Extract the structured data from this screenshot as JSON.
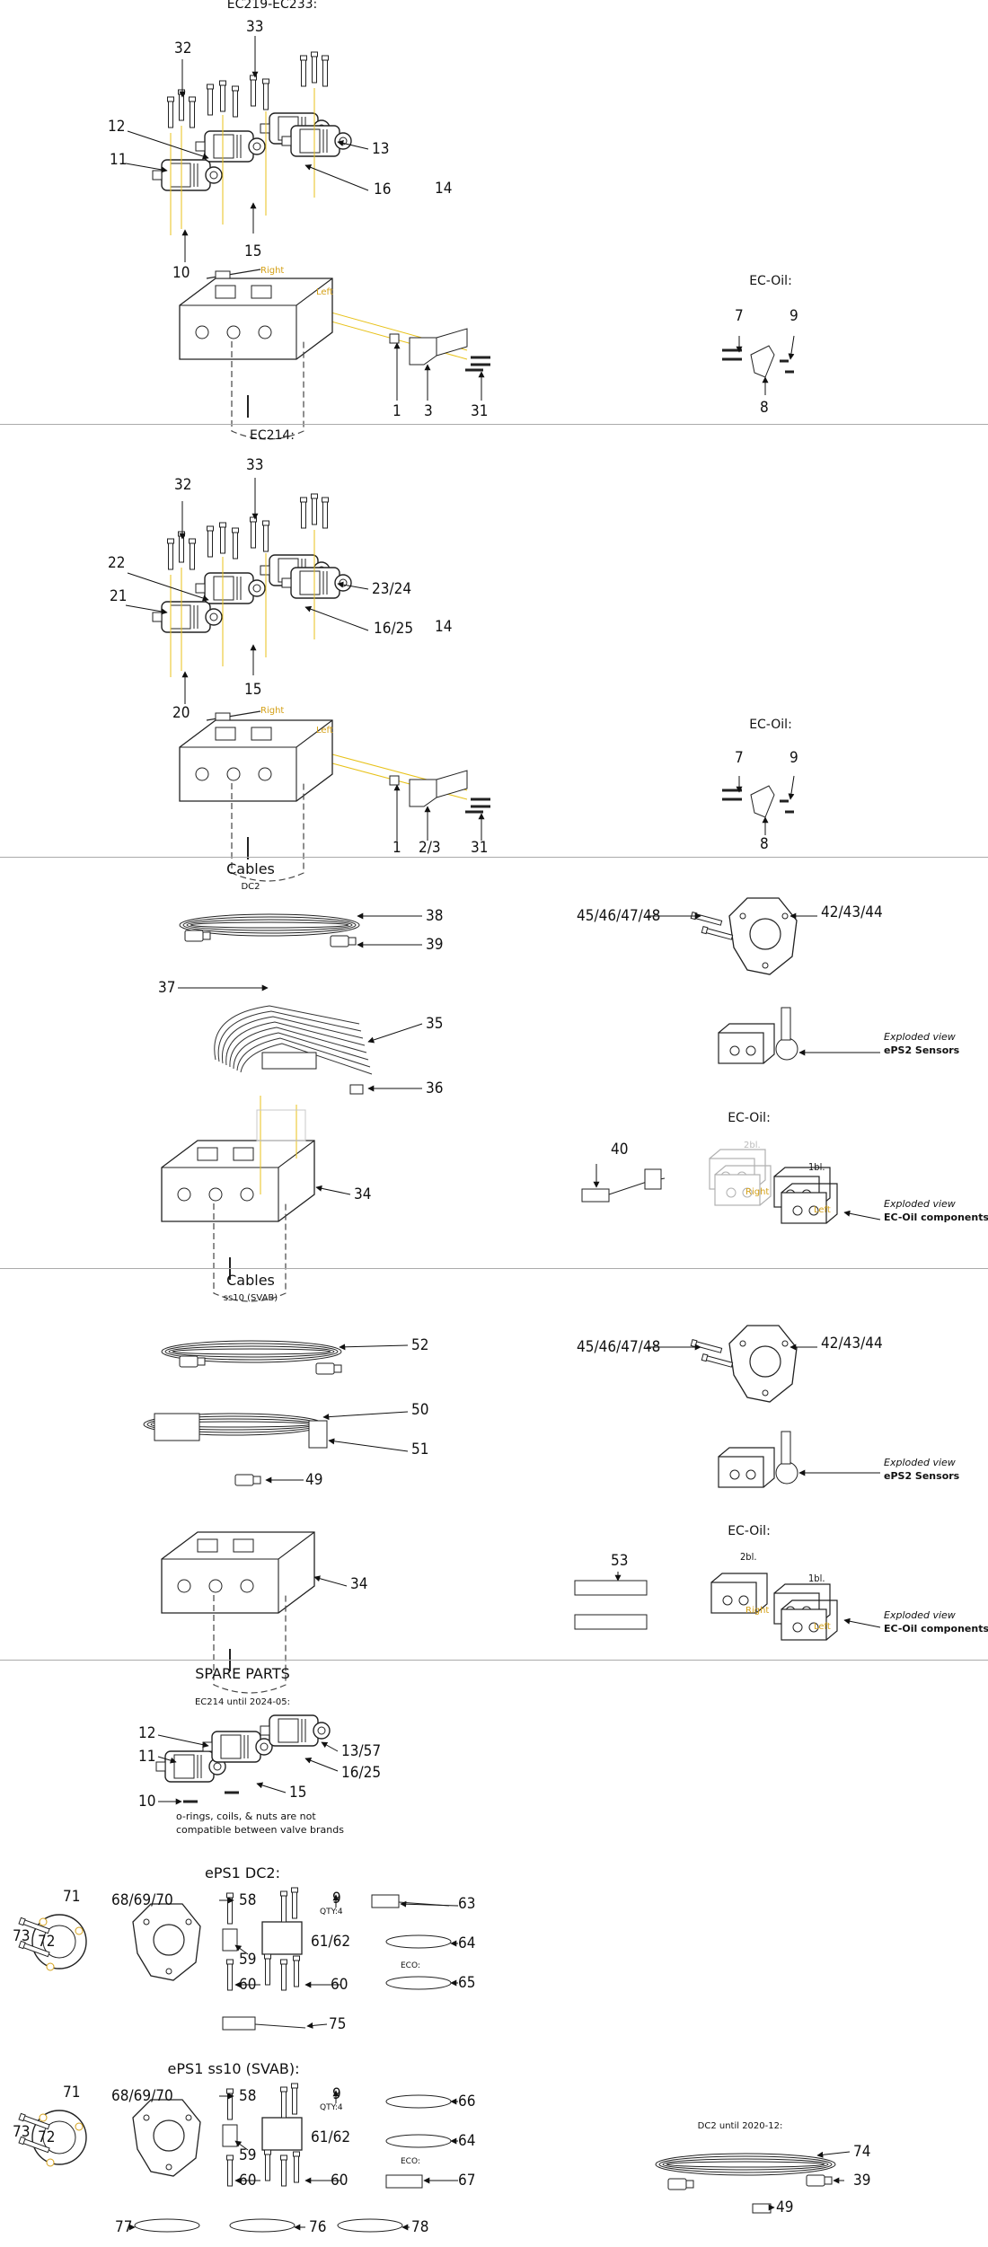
{
  "sections": {
    "ec219": {
      "title": "EC219-EC233:",
      "ecoil_title": "EC-Oil:",
      "labels": {
        "l32": "32",
        "l33": "33",
        "l12": "12",
        "l11": "11",
        "l13": "13",
        "l16": "16",
        "l14": "14",
        "l10": "10",
        "l15": "15",
        "l1": "1",
        "l3": "3",
        "l31": "31",
        "l7": "7",
        "l9": "9",
        "l8": "8"
      },
      "tags": {
        "right": "Right",
        "left": "Left"
      }
    },
    "ec214": {
      "title": "EC214:",
      "ecoil_title": "EC-Oil:",
      "labels": {
        "l32": "32",
        "l33": "33",
        "l22": "22",
        "l21": "21",
        "l2324": "23/24",
        "l1625": "16/25",
        "l14": "14",
        "l20": "20",
        "l15": "15",
        "l1": "1",
        "l23": "2/3",
        "l31": "31",
        "l7": "7",
        "l9": "9",
        "l8": "8"
      },
      "tags": {
        "right": "Right",
        "left": "Left"
      }
    },
    "cables_dc2": {
      "title": "Cables",
      "subtitle": "DC2",
      "ecoil_title": "EC-Oil:",
      "labels": {
        "l38": "38",
        "l39": "39",
        "l37": "37",
        "l35": "35",
        "l36": "36",
        "l34": "34",
        "l4548": "45/46/47/48",
        "l4244": "42/43/44",
        "l40": "40"
      },
      "exploded1": {
        "line1": "Exploded view",
        "line2": "ePS2 Sensors"
      },
      "exploded2": {
        "line1": "Exploded view",
        "line2": "EC-Oil components"
      },
      "tags": {
        "bl2": "2bl.",
        "bl1": "1bl.",
        "right": "Right",
        "left": "Left"
      }
    },
    "cables_ss10": {
      "title": "Cables",
      "subtitle": "ss10 (SVAB)",
      "ecoil_title": "EC-Oil:",
      "labels": {
        "l52": "52",
        "l50": "50",
        "l51": "51",
        "l49": "49",
        "l34": "34",
        "l4548": "45/46/47/48",
        "l4244": "42/43/44",
        "l53": "53"
      },
      "exploded1": {
        "line1": "Exploded view",
        "line2": "ePS2 Sensors"
      },
      "exploded2": {
        "line1": "Exploded view",
        "line2": "EC-Oil components"
      },
      "tags": {
        "bl2": "2bl.",
        "bl1": "1bl.",
        "right": "Right",
        "left": "Left"
      }
    },
    "spare": {
      "title": "SPARE PARTS",
      "subtitle": "EC214 until 2024-05:",
      "labels": {
        "l12": "12",
        "l11": "11",
        "l1357": "13/57",
        "l1625": "16/25",
        "l10": "10",
        "l15": "15"
      },
      "note_line1": "o-rings, coils, & nuts are not",
      "note_line2": "compatible between valve brands"
    },
    "eps1_dc2": {
      "title": "ePS1 DC2:",
      "labels": {
        "l71": "71",
        "l73": "73",
        "l72": "72",
        "l686970": "68/69/70",
        "l58": "58",
        "l9": "9",
        "l59": "59",
        "l6162": "61/62",
        "l60a": "60",
        "l60b": "60",
        "l63": "63",
        "l64": "64",
        "l65": "65",
        "l75": "75"
      },
      "qty": "QTY:4",
      "eco": "ECO:"
    },
    "eps1_ss10": {
      "title": "ePS1 ss10 (SVAB):",
      "labels": {
        "l71": "71",
        "l73": "73",
        "l72": "72",
        "l686970": "68/69/70",
        "l58": "58",
        "l9": "9",
        "l59": "59",
        "l6162": "61/62",
        "l60a": "60",
        "l60b": "60",
        "l66": "66",
        "l64": "64",
        "l67": "67",
        "l77": "77",
        "l76": "76",
        "l78": "78"
      },
      "qty": "QTY:4",
      "eco": "ECO:"
    },
    "dc2_until": {
      "title": "DC2 until 2020-12:",
      "labels": {
        "l74": "74",
        "l39": "39",
        "l49": "49"
      }
    }
  },
  "colors": {
    "leader": "#111111",
    "guide": "#e8c21a",
    "part": "#333333",
    "ghost": "#c8c8c8",
    "divider": "#aaaaaa"
  }
}
